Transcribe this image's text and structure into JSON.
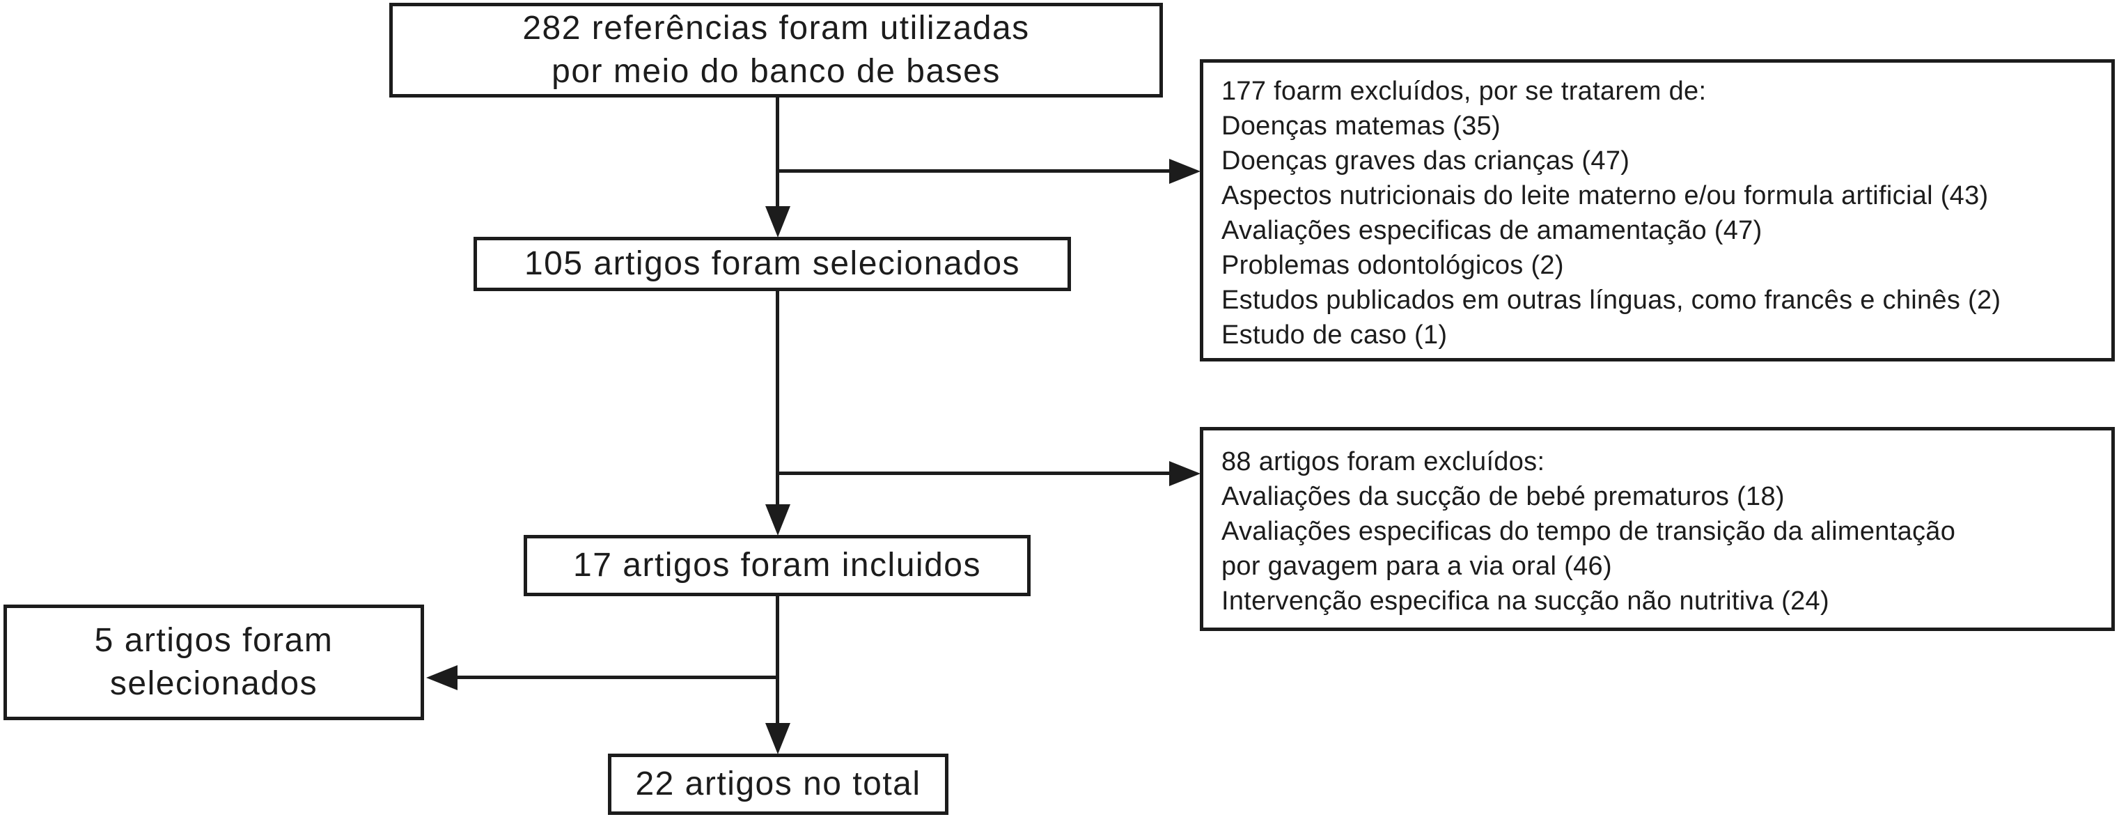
{
  "colors": {
    "ink": "#1c1c1c",
    "paper": "#ffffff"
  },
  "boxes": {
    "referencias_282": {
      "lines": [
        "282 referências foram utilizadas",
        "por meio do banco de bases"
      ]
    },
    "excluidos_177": {
      "lines": [
        "177 foarm excluídos, por se tratarem de:",
        "Doenças matemas (35)",
        "Doenças graves das crianças (47)",
        "Aspectos nutricionais do leite materno e/ou formula artificial (43)",
        "Avaliações especificas de amamentação (47)",
        "Problemas odontológicos (2)",
        "Estudos publicados em outras línguas, como francês e chinês (2)",
        "Estudo de caso (1)"
      ]
    },
    "selecionados_105": {
      "label": "105 artigos foram selecionados"
    },
    "excluidos_88": {
      "lines": [
        "88 artigos foram excluídos:",
        "Avaliações da sucção de bebé prematuros (18)",
        "Avaliações especificas do tempo de transição da alimentação",
        "por gavagem para a via oral (46)",
        "Intervenção especifica na sucção não nutritiva (24)"
      ]
    },
    "incluidos_17": {
      "label": "17 artigos foram incluidos"
    },
    "selecionados_5": {
      "lines": [
        "5 artigos foram",
        "selecionados"
      ]
    },
    "total_22": {
      "label": "22 artigos no total"
    }
  }
}
